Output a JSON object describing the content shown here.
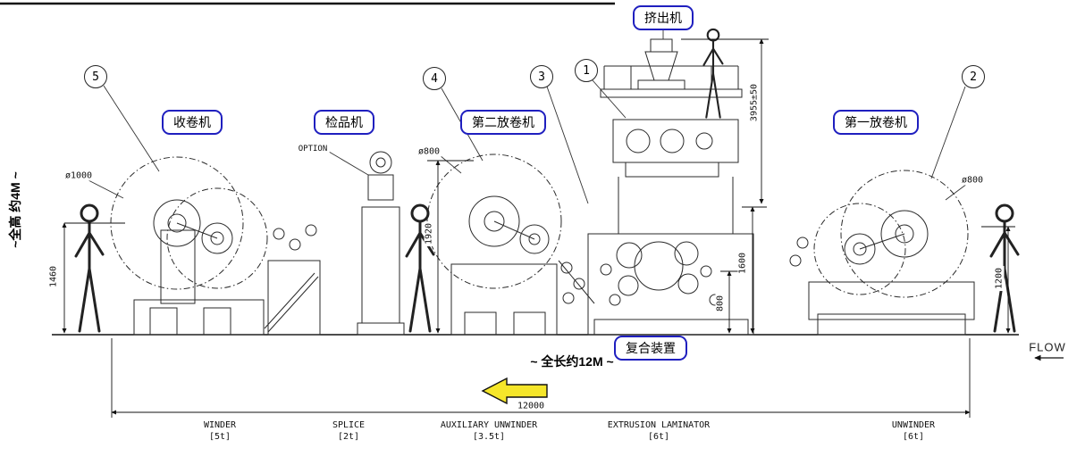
{
  "labels": {
    "extruder": "挤出机",
    "winder": "收卷机",
    "inspection": "检品机",
    "second_unwinder": "第二放卷机",
    "first_unwinder": "第一放卷机",
    "laminator": "复合装置"
  },
  "balloons": [
    {
      "num": "5"
    },
    {
      "num": "4"
    },
    {
      "num": "3"
    },
    {
      "num": "1"
    },
    {
      "num": "2"
    }
  ],
  "dimensions": {
    "overall_height": "~全高 约4M ~",
    "overall_length_label": "~ 全长约12M ~",
    "overall_length_mm": "12000",
    "winder_roll_dia": "ø1000",
    "aux_unwinder_roll_dia": "ø800",
    "unwinder_roll_dia": "ø800",
    "winder_height": "1460",
    "aux_unwinder_height": "1920",
    "extruder_height": "3955±50",
    "laminator_height": "1600",
    "nip_height": "800",
    "unwinder_height": "1200"
  },
  "notes": {
    "option": "OPTION",
    "flow": "FLOW"
  },
  "station_labels": [
    {
      "name": "WINDER",
      "capacity": "[5t]"
    },
    {
      "name": "SPLICE",
      "capacity": "[2t]"
    },
    {
      "name": "AUXILIARY UNWINDER",
      "capacity": "[3.5t]"
    },
    {
      "name": "EXTRUSION LAMINATOR",
      "capacity": "[6t]"
    },
    {
      "name": "UNWINDER",
      "capacity": "[6t]"
    }
  ],
  "colors": {
    "label_border": "#1f1fbf",
    "arrow_fill": "#f5e62a",
    "line": "#1a1a1a"
  }
}
